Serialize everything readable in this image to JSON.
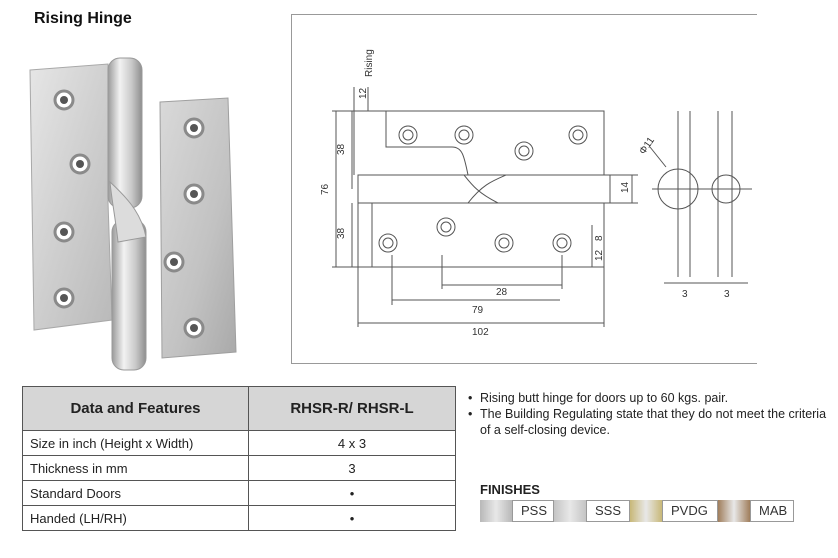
{
  "title": "Rising Hinge",
  "drawing": {
    "rising_label": "Rising",
    "dims": {
      "d12": "12",
      "d38a": "38",
      "d76": "76",
      "d38b": "38",
      "d14": "14",
      "d8": "8",
      "d12b": "12",
      "d28": "28",
      "d79": "79",
      "d102": "102",
      "phi11": "Φ11",
      "d3a": "3",
      "d3b": "3"
    }
  },
  "table": {
    "headers": [
      "Data and Features",
      "RHSR-R/ RHSR-L"
    ],
    "rows": [
      {
        "label": "Size in inch (Height x Width)",
        "value": "4 x 3"
      },
      {
        "label": "Thickness in mm",
        "value": "3"
      },
      {
        "label": "Standard Doors",
        "value": "•"
      },
      {
        "label": "Handed (LH/RH)",
        "value": "•"
      }
    ]
  },
  "bullets": [
    "Rising butt hinge for doors up to 60 kgs. pair.",
    "The Building Regulating state that they do not meet the criteria of a self-closing device."
  ],
  "finishes": {
    "title": "FINISHES",
    "items": [
      {
        "name": "PSS",
        "color": "#b8b8b8"
      },
      {
        "name": "SSS",
        "color": "#c4c4c4"
      },
      {
        "name": "PVDG",
        "color": "#c8b878"
      },
      {
        "name": "MAB",
        "color": "#a07e5c"
      }
    ]
  }
}
